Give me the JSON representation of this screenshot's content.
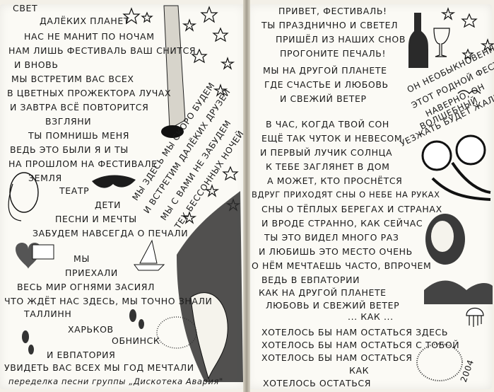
{
  "left_page": {
    "lines": [
      "свет",
      "далёких планет",
      "нас не манит по ночам",
      "нам лишь фестиваль ваш снится",
      "и вновь",
      "мы встретим вас всех",
      "в цветных прожектора лучах",
      "и завтра всё повторится",
      "взгляни",
      "ты помнишь меня",
      "ведь это были я и ты",
      "на прошлом на фестивале",
      "земля",
      "театр",
      "дети",
      "песни и мечты",
      "забудем навсегда о печали",
      "мы",
      "приехали",
      "весь мир огнями засиял",
      "что ждёт нас здесь, мы точно знали",
      "таллинн",
      "харьков",
      "обнинск",
      "и евпатория",
      "увидеть вас всех мы год мечтали",
      "переделка песни группы „Дискотека Авария\""
    ],
    "diagonal_lines": [
      "мы здесь мы скоро будем",
      "и встретим далёких друзей",
      "мы с вами не забудем",
      "тех бессонных ночей"
    ]
  },
  "right_page": {
    "lines": [
      "привет, фестиваль!",
      "ты празднично и светел",
      "пришёл из наших снов",
      "прогоните печаль!",
      "мы на другой планете",
      "где счастье и любовь",
      "и свежий ветер",
      "в час, когда твой сон",
      "ещё так чуток и невесом",
      "и первый лучик солнца",
      "к тебе заглянет в дом",
      "а может, кто проснётся",
      "вдруг приходят сны о небе на руках",
      "сны о тёплых берегах и странах",
      "и вроде странно, как сейчас",
      "ты это видел много раз",
      "и любишь это место очень",
      "о нём мечтаешь часто, впрочем",
      "ведь в евпатории",
      "как на другой планете",
      "любовь и свежий ветер",
      "... как ...",
      "хотелось бы нам остаться здесь",
      "хотелось бы нам остаться с тобой",
      "хотелось бы нам остаться",
      "как",
      "хотелось остаться"
    ],
    "diagonal_lines": [
      "он необыкновенный",
      "этот родной фестиваль",
      "наверно, он",
      "волшебный",
      "уезжать будет жаль"
    ],
    "year": "2004"
  }
}
